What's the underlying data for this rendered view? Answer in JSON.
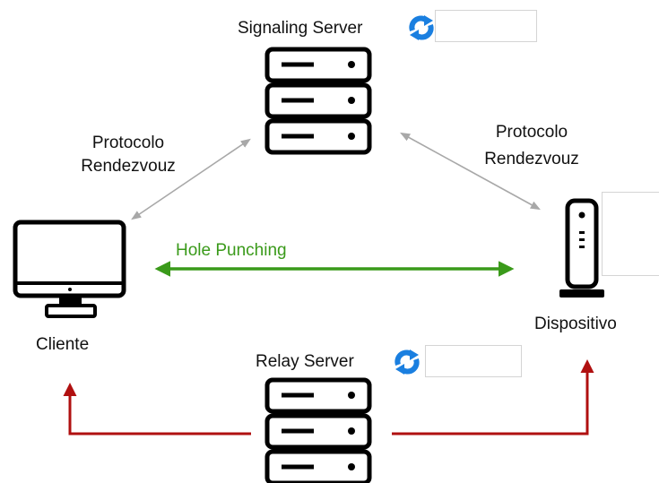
{
  "signaling_server": {
    "label": "Signaling Server"
  },
  "relay_server": {
    "label": "Relay Server"
  },
  "left_protocol": {
    "line1": "Protocolo",
    "line2": "Rendezvouz"
  },
  "right_protocol": {
    "line1": "Protocolo",
    "line2": "Rendezvouz"
  },
  "hole_punching": {
    "label": "Hole Punching"
  },
  "client": {
    "label": "Cliente"
  },
  "device": {
    "label": "Dispositivo"
  },
  "colors": {
    "gray_arrow": "#a8a8a8",
    "green_arrow": "#3a9a1a",
    "red_arrow": "#b01010",
    "sync_icon": "#1a7fe0",
    "stroke": "#000000"
  },
  "icons": [
    "server-icon",
    "sync-icon",
    "monitor-icon",
    "router-icon"
  ]
}
